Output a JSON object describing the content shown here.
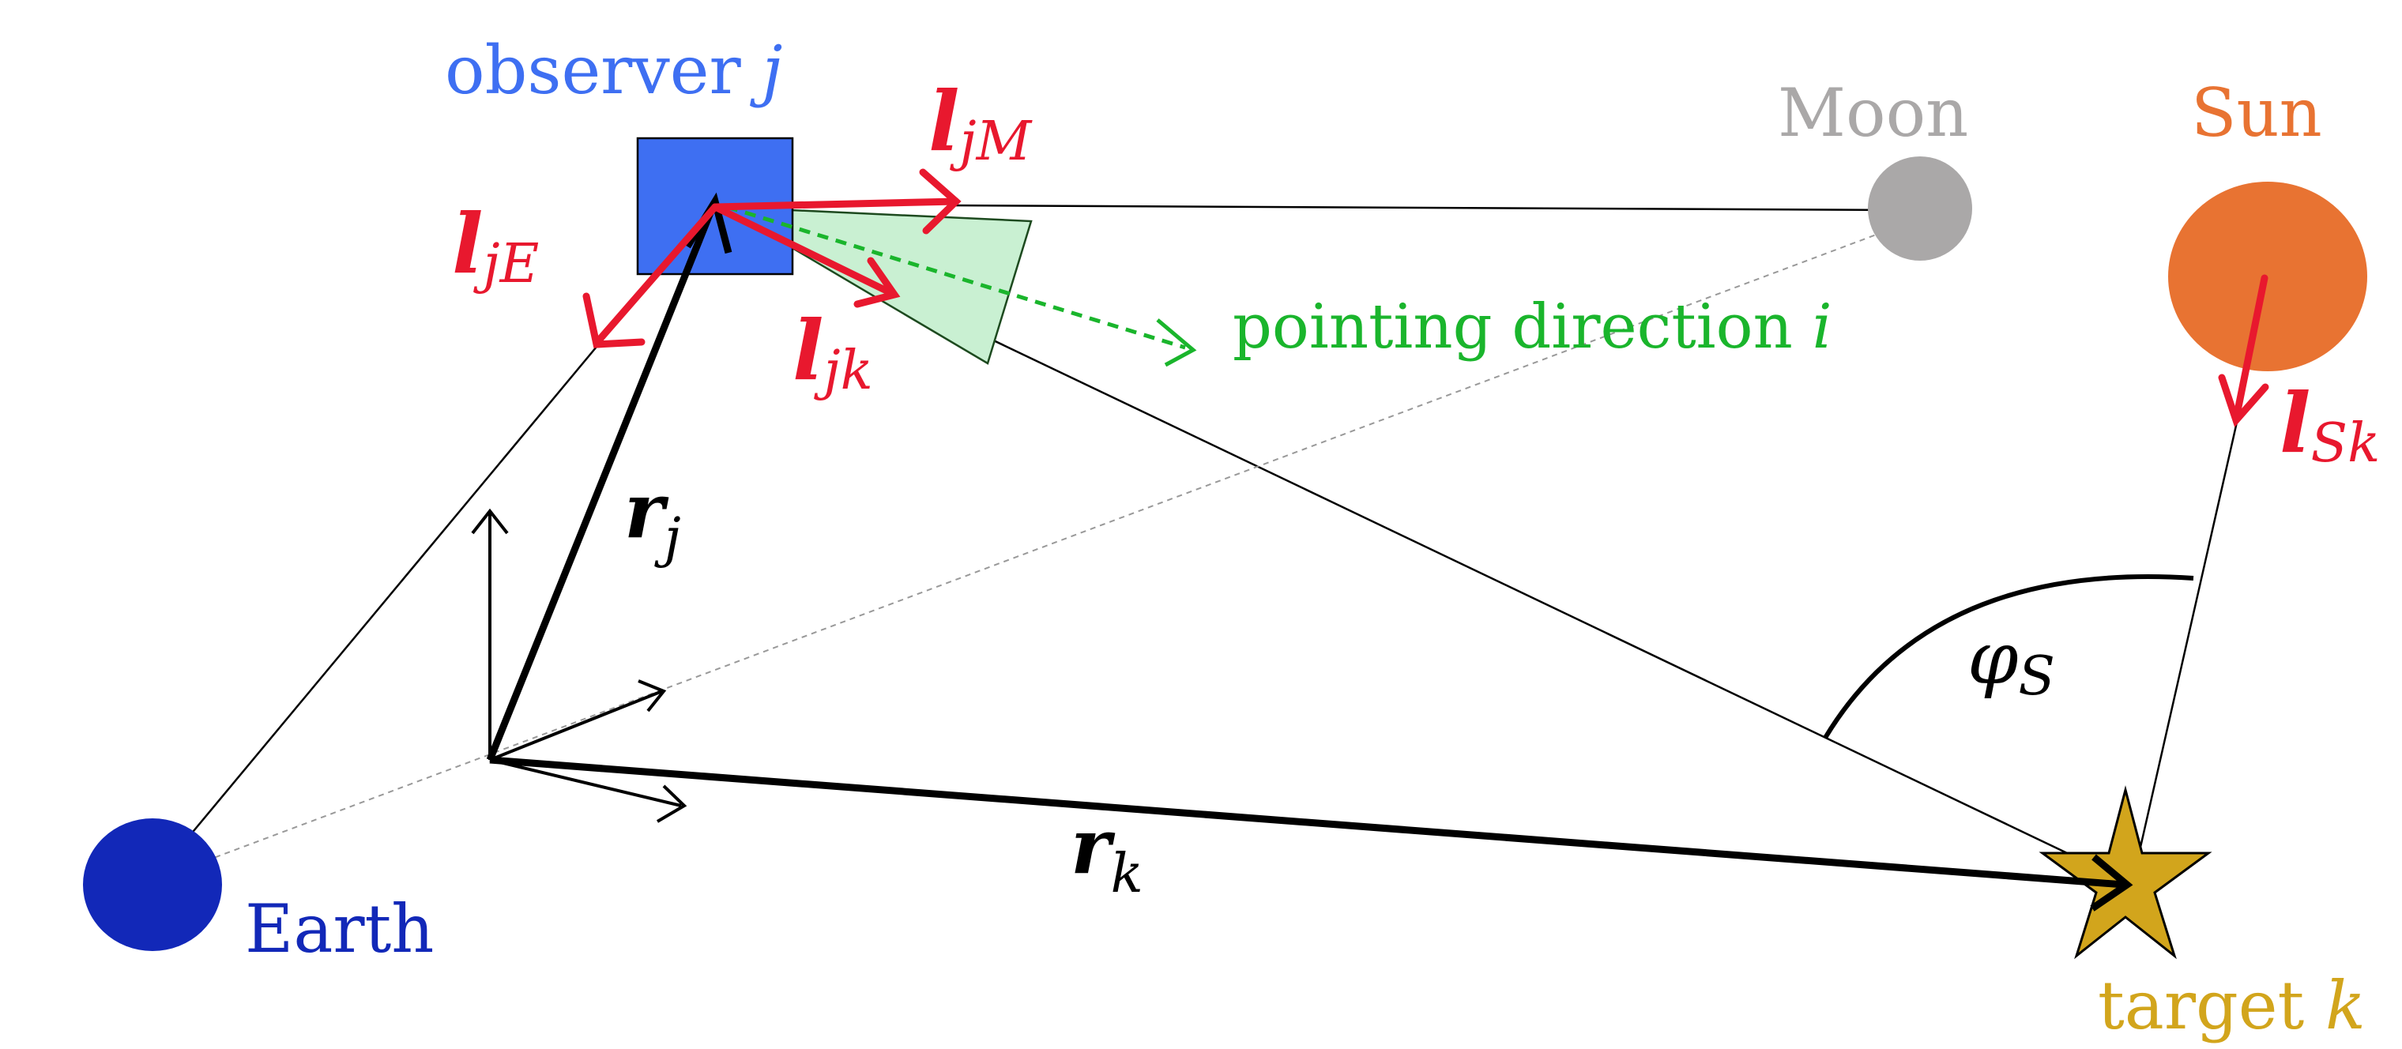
{
  "colors": {
    "observer": "#3e6ff2",
    "earth": "#1228b8",
    "moon": "#aaa8a8",
    "sun": "#e87332",
    "target": "#d2a51c",
    "vector_red": "#e8182e",
    "pointing_green": "#1ab52c",
    "cone_fill": "#c9f0d2",
    "line": "#000000"
  },
  "labels": {
    "observer": {
      "prefix": "observer",
      "var": "j"
    },
    "moon": "Moon",
    "sun": "Sun",
    "earth": "Earth",
    "target": {
      "prefix": "target",
      "var": "k"
    },
    "pointing": {
      "prefix": "pointing direction",
      "var": "i"
    },
    "l_jE": {
      "sym": "l",
      "sub": "jE"
    },
    "l_jM": {
      "sym": "l",
      "sub": "jM"
    },
    "l_jk": {
      "sym": "l",
      "sub": "jk"
    },
    "l_Sk": {
      "sym": "l",
      "sub": "Sk"
    },
    "r_j": {
      "sym": "r",
      "sub": "j"
    },
    "r_k": {
      "sym": "r",
      "sub": "k"
    },
    "phi_S": {
      "sym": "φ",
      "sub": "S"
    }
  },
  "icons": {
    "observer": "square",
    "earth": "circle",
    "moon": "circle",
    "sun": "circle",
    "target": "star"
  }
}
